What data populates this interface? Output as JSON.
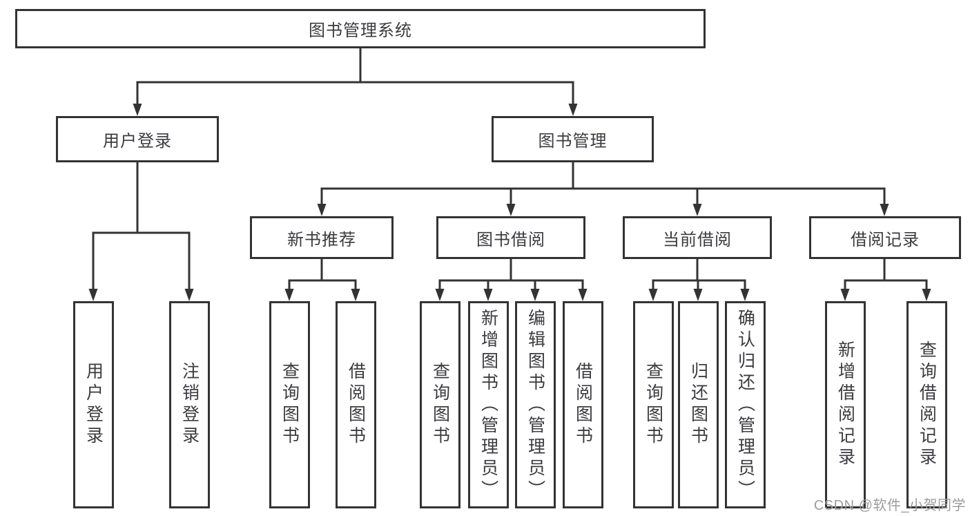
{
  "diagram_type": "hierarchy-tree",
  "tree": {
    "label": "图书管理系统",
    "children": [
      {
        "label": "用户登录",
        "children": [
          {
            "label": "用户登录"
          },
          {
            "label": "注销登录"
          }
        ]
      },
      {
        "label": "图书管理",
        "children": [
          {
            "label": "新书推荐",
            "children": [
              {
                "label": "查询图书"
              },
              {
                "label": "借阅图书"
              }
            ]
          },
          {
            "label": "图书借阅",
            "children": [
              {
                "label": "查询图书"
              },
              {
                "label": "新增图书（管理员）"
              },
              {
                "label": "编辑图书（管理员）"
              },
              {
                "label": "借阅图书"
              }
            ]
          },
          {
            "label": "当前借阅",
            "children": [
              {
                "label": "查询图书"
              },
              {
                "label": "归还图书"
              },
              {
                "label": "确认归还（管理员）"
              }
            ]
          },
          {
            "label": "借阅记录",
            "children": [
              {
                "label": "新增借阅记录"
              },
              {
                "label": "查询借阅记录"
              }
            ]
          }
        ]
      }
    ]
  },
  "watermark": {
    "text": "CSDN @软件_小贺同学"
  },
  "colors": {
    "line": "#333333",
    "box_border": "#333333",
    "text": "#3b3b40",
    "watermark": "#9c9c9c",
    "background": "#ffffff"
  }
}
